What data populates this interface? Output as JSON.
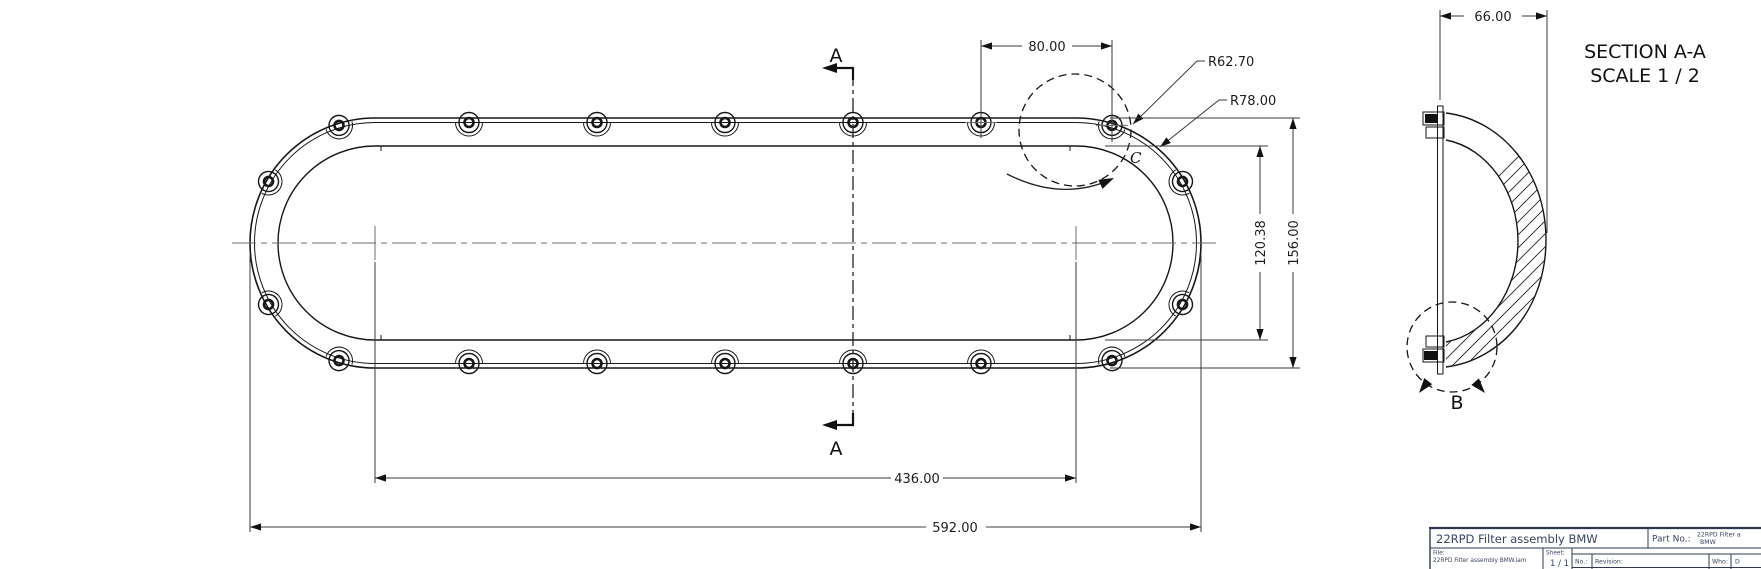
{
  "drawing": {
    "main_view": {
      "dim_80": "80.00",
      "dim_r62": "R62.70",
      "dim_r78": "R78.00",
      "dim_120": "120.38",
      "dim_156": "156.00",
      "dim_436": "436.00",
      "dim_592": "592.00",
      "section_label_top": "A",
      "section_label_bottom": "A",
      "detail_label_c": "C"
    },
    "section_view": {
      "title": "SECTION A-A",
      "scale": "SCALE 1 / 2",
      "dim_66": "66.00",
      "detail_label_b": "B"
    },
    "title_block": {
      "title": "22RPD Filter assembly BMW",
      "part_no_label": "Part No.:",
      "part_no_value_line1": "22RPD Filter a",
      "part_no_value_line2": "BMW",
      "file_label": "File:",
      "file_value": "22RPD Filter assembly BMW.iam",
      "sheet_label": "Sheet:",
      "sheet_value": "1 / 1",
      "rev_no_label": "No.:",
      "rev_revision_label": "Revision:",
      "rev_who_label": "Who:",
      "rev_date_label": "D"
    },
    "colors": {
      "line": "#161616",
      "dimension": "#3a3a3a",
      "title_block_text": "#3a4460",
      "background": "#ffffff"
    }
  }
}
